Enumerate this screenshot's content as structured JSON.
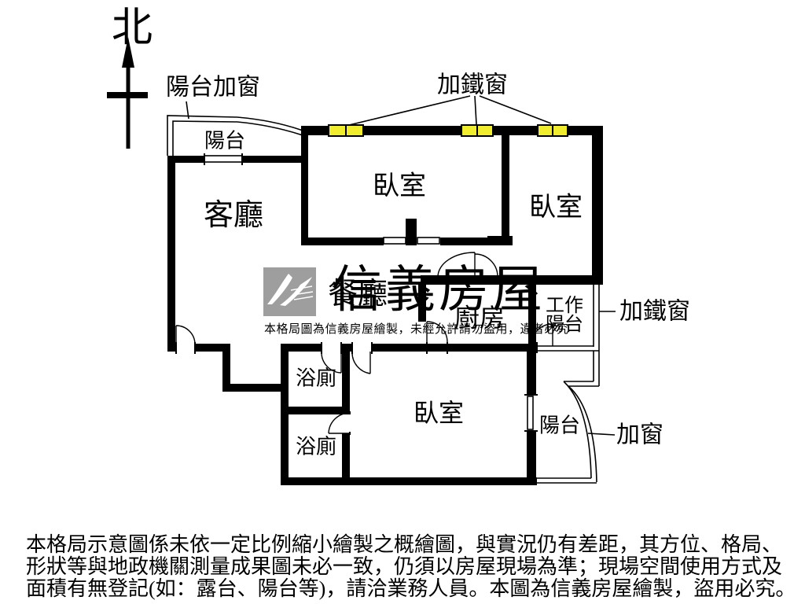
{
  "compass": {
    "north_label": "北"
  },
  "annotations": {
    "balcony_added_window": "陽台加窗",
    "iron_window_top": "加鐵窗",
    "iron_window_right": "加鐵窗",
    "added_window": "加窗"
  },
  "rooms": {
    "balcony_top": "陽台",
    "living_room": "客廳",
    "bedroom_top": "臥室",
    "bedroom_right": "臥室",
    "dining_room": "餐廳",
    "kitchen": "廚房",
    "work_balcony_line1": "工作",
    "work_balcony_line2": "陽台",
    "bathroom_upper": "浴廁",
    "bathroom_lower": "浴廁",
    "bedroom_bottom": "臥室",
    "balcony_bottom_right": "陽台"
  },
  "watermark": {
    "brand": "信義房屋",
    "notice": "本格局圖為信義房屋繪製，未經允許請勿盜用，違者必究"
  },
  "disclaimer": {
    "line1": "本格局示意圖係未依一定比例縮小繪製之概繪圖，與實況仍有差距，其方位、格局、",
    "line2": "形狀等與地政機關測量成果圖未必一致，仍須以房屋現場為準；現場空間使用方式及",
    "line3": "面積有無登記(如：露台、陽台等)，請洽業務人員。本圖為信義房屋繪製，盜用必究。"
  },
  "colors": {
    "wall_black": "#000000",
    "window_yellow": "#f0ed2e",
    "watermark_gray": "#a8a8a8",
    "watermark_light_gray": "#b5b5b5",
    "logo_gray": "#9e9e9e"
  }
}
